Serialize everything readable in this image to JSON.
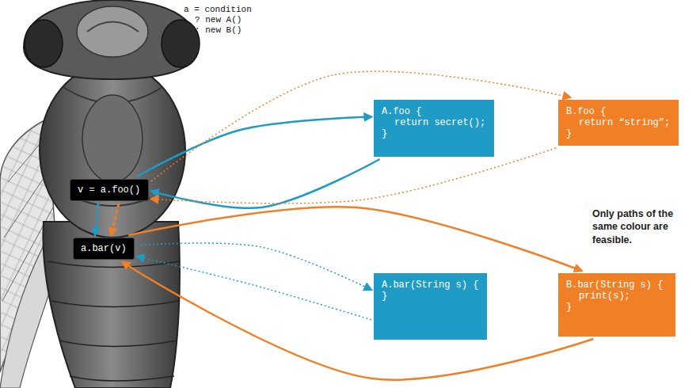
{
  "diagram": {
    "nodes": [
      {
        "text": [
          "v = a.foo()"
        ]
      },
      {
        "text": [
          "a.bar(v)"
        ]
      },
      {
        "text": [
          "A.foo {",
          "return secret();",
          "}"
        ]
      },
      {
        "text": [
          "B.foo {",
          "return “string”;",
          "}"
        ]
      },
      {
        "text": [
          "A.bar(String s) {",
          "}"
        ]
      },
      {
        "text": [
          "B.bar(String s) {",
          "print(s);",
          "}"
        ]
      }
    ],
    "edges": [
      {
        "from": 0,
        "to": 2,
        "arrow": "to"
      },
      {
        "from": 2,
        "to": 0,
        "arrow": "to"
      },
      {
        "from": 0,
        "to": 3,
        "arrow": "to"
      },
      {
        "from": 3,
        "to": 0,
        "arrow": "to"
      },
      {
        "from": 0,
        "to": 1,
        "arrow": "to"
      },
      {
        "from": 0,
        "to": 1,
        "arrow": "to"
      },
      {
        "from": 1,
        "to": 4,
        "arrow": "to"
      },
      {
        "from": 4,
        "to": 1,
        "arrow": "to"
      },
      {
        "from": 1,
        "to": 5,
        "arrow": "to"
      },
      {
        "from": 5,
        "to": 1,
        "arrow": "to"
      }
    ],
    "labels": [
      "a = condition",
      "? new A()",
      ": new B()",
      "Only paths of the same colour are feasible."
    ]
  }
}
